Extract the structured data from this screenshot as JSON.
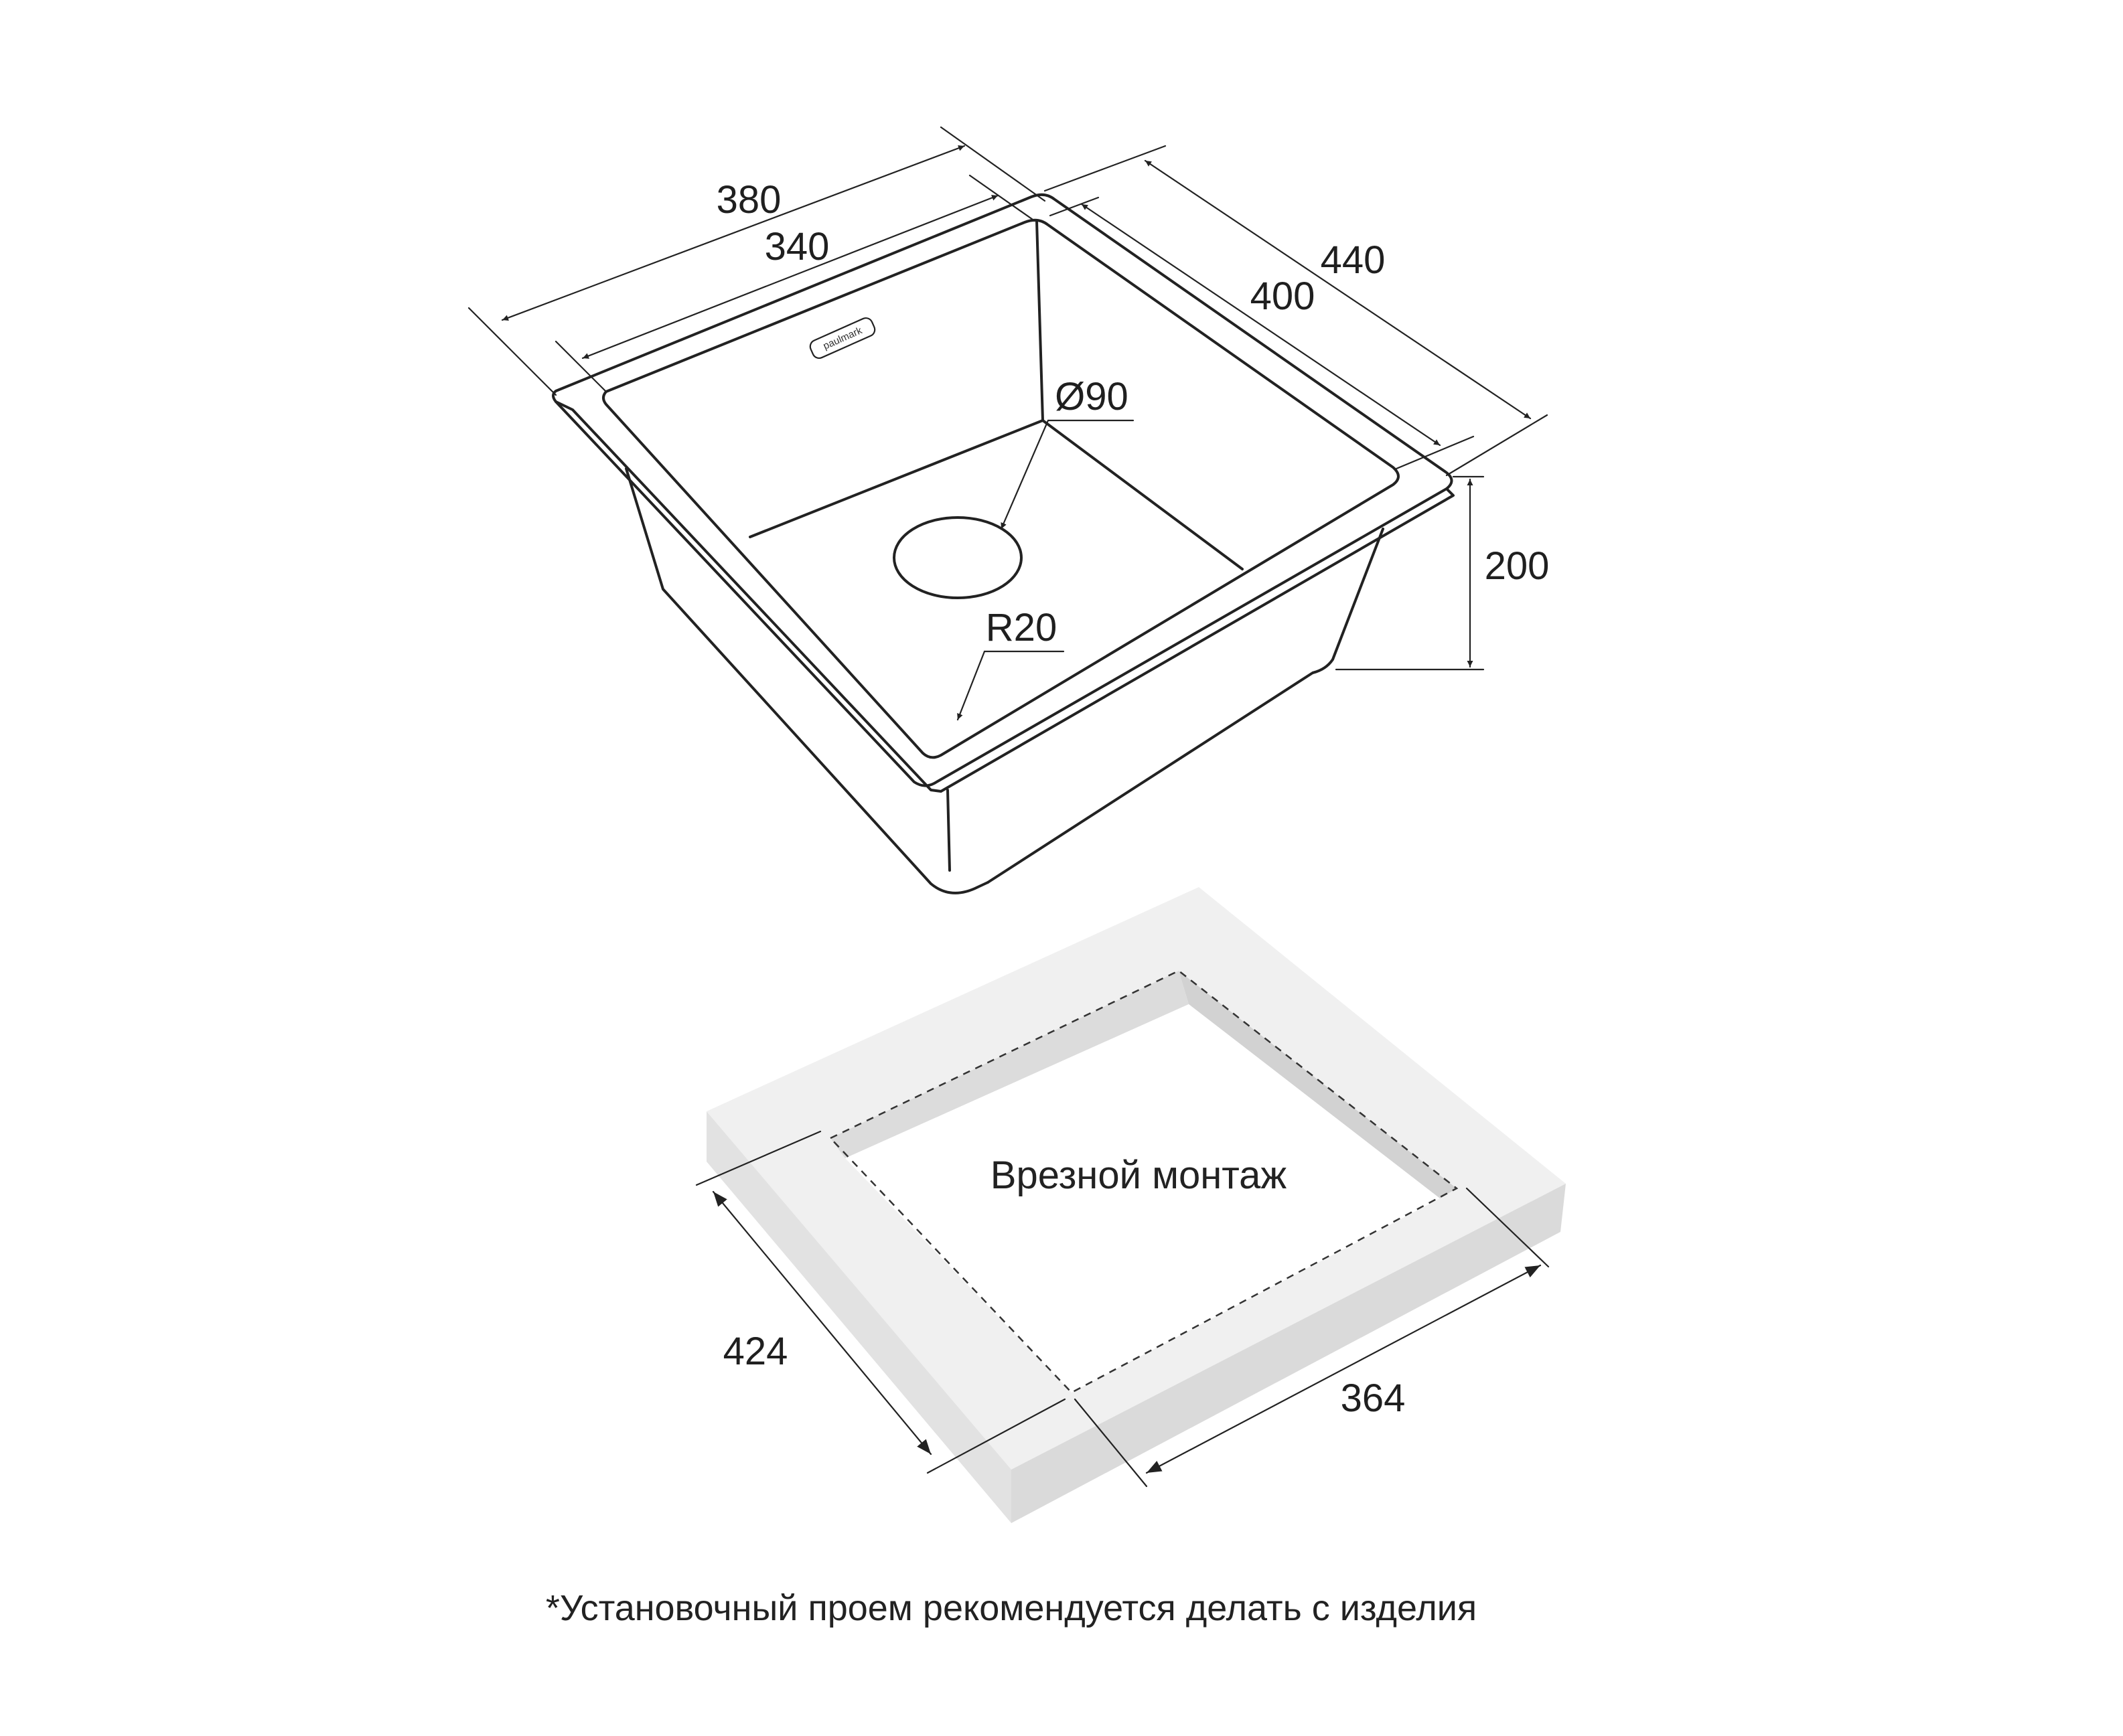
{
  "sink": {
    "dims": {
      "outer_width": "380",
      "inner_width": "340",
      "outer_length": "440",
      "inner_length": "400",
      "height": "200",
      "drain_diameter": "Ø90",
      "corner_radius": "R20"
    },
    "brand_label": "paulmark"
  },
  "cutout": {
    "caption": "Врезной монтаж",
    "dims": {
      "length": "424",
      "width": "364"
    }
  },
  "footnote": "*Установочный проем рекомендуется делать с изделия",
  "colors": {
    "line": "#222222",
    "counter_top": "#f0f0f0",
    "counter_side": "#dedede",
    "counter_inner": "#d6d6d6"
  },
  "icons": [
    "arrow-icon"
  ]
}
